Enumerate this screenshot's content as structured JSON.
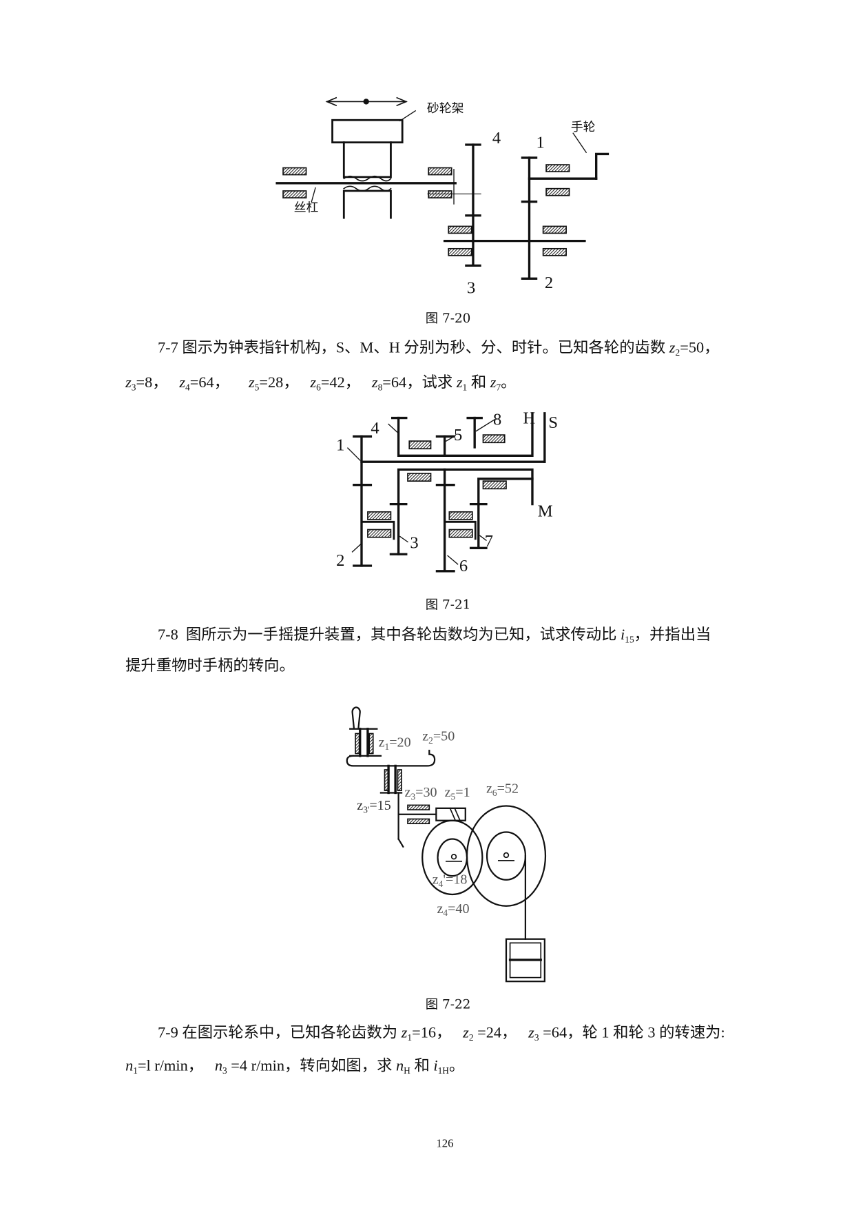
{
  "fig_7_20": {
    "caption": "图 7-20",
    "labels": {
      "grinding_head": "砂轮架",
      "lead_screw": "丝杠",
      "handwheel": "手轮",
      "g1": "1",
      "g2": "2",
      "g3": "3",
      "g4": "4"
    }
  },
  "p7_7": {
    "l1": [
      "7-7 图示为钟表指针机构，S、M、H 分别为秒、分、时针。已知各轮的齿数 ",
      "z",
      "2",
      "=50，"
    ],
    "l2": [
      "z",
      "3",
      "=8，   ",
      "z",
      "4",
      "=64，     ",
      "z",
      "5",
      "=28，   ",
      "z",
      "6",
      "=42，   ",
      "z",
      "8",
      "=64，试求 ",
      "z",
      "1",
      " 和 ",
      "z",
      "7",
      "。"
    ]
  },
  "fig_7_21": {
    "caption": "图 7-21",
    "labels": {
      "g1": "1",
      "g2": "2",
      "g3": "3",
      "g4": "4",
      "g5": "5",
      "g6": "6",
      "g7": "7",
      "g8": "8",
      "H": "H",
      "S": "S",
      "M": "M"
    }
  },
  "p7_8": {
    "l1": [
      "7-8  图所示为一手摇提升装置，其中各轮齿数均为已知，试求传动比 ",
      "i",
      "15",
      "，并指出当"
    ],
    "l2": [
      "提升重物时手柄的转向。"
    ]
  },
  "fig_7_22": {
    "caption": "图 7-22",
    "labels": {
      "z1": [
        "z",
        "1",
        "=20"
      ],
      "z2": [
        "z",
        "2",
        "=50"
      ],
      "z3p": [
        "z",
        "3'",
        "=15"
      ],
      "z3": [
        "z",
        "3",
        "=30"
      ],
      "z5": [
        "z",
        "5",
        "=1"
      ],
      "z6": [
        "z",
        "6",
        "=52"
      ],
      "z4p": [
        "z",
        "4",
        "'=18"
      ],
      "z4": [
        "z",
        "4",
        "=40"
      ]
    }
  },
  "p7_9": {
    "l1": [
      "7-9 在图示轮系中，已知各轮齿数为 ",
      "z",
      "1",
      "=16，   ",
      "z",
      "2",
      " =24，   ",
      "z",
      "3",
      " =64，轮 1 和轮 3 的转速为:"
    ],
    "l2": [
      "n",
      "1",
      "=l r/min，   ",
      "n",
      "3",
      " =4 r/min，转向如图，求 ",
      "n",
      "H",
      " 和 ",
      "i",
      "1H",
      "。"
    ]
  },
  "page_number": "126"
}
